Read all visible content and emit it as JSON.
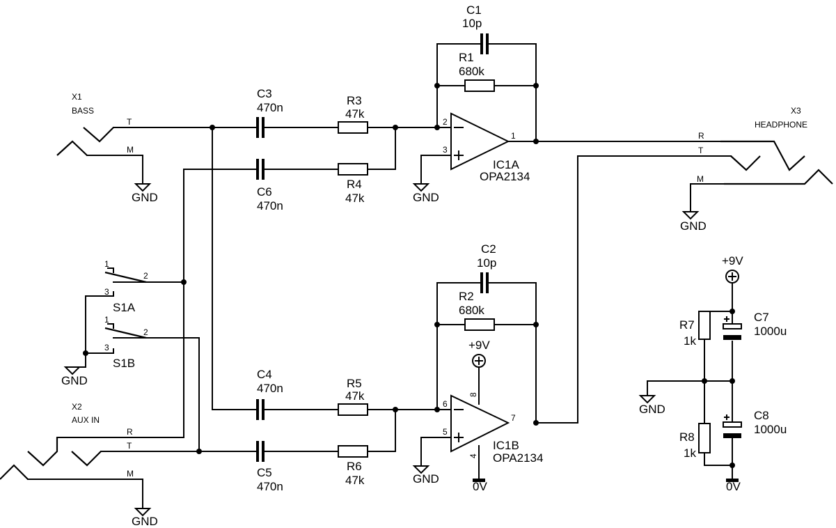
{
  "connectors": {
    "x1": {
      "name": "X1",
      "desc": "BASS",
      "pin_t": "T",
      "pin_m": "M"
    },
    "x2": {
      "name": "X2",
      "desc": "AUX IN",
      "pin_r": "R",
      "pin_t": "T",
      "pin_m": "M"
    },
    "x3": {
      "name": "X3",
      "desc": "HEADPHONE",
      "pin_r": "R",
      "pin_t": "T",
      "pin_m": "M"
    }
  },
  "capacitors": {
    "c1": {
      "name": "C1",
      "value": "10p"
    },
    "c2": {
      "name": "C2",
      "value": "10p"
    },
    "c3": {
      "name": "C3",
      "value": "470n"
    },
    "c4": {
      "name": "C4",
      "value": "470n"
    },
    "c5": {
      "name": "C5",
      "value": "470n"
    },
    "c6": {
      "name": "C6",
      "value": "470n"
    },
    "c7": {
      "name": "C7",
      "value": "1000u"
    },
    "c8": {
      "name": "C8",
      "value": "1000u"
    }
  },
  "resistors": {
    "r1": {
      "name": "R1",
      "value": "680k"
    },
    "r2": {
      "name": "R2",
      "value": "680k"
    },
    "r3": {
      "name": "R3",
      "value": "47k"
    },
    "r4": {
      "name": "R4",
      "value": "47k"
    },
    "r5": {
      "name": "R5",
      "value": "47k"
    },
    "r6": {
      "name": "R6",
      "value": "47k"
    },
    "r7": {
      "name": "R7",
      "value": "1k"
    },
    "r8": {
      "name": "R8",
      "value": "1k"
    }
  },
  "opamps": {
    "ic1a": {
      "name": "IC1A",
      "part": "OPA2134",
      "pin_inv": "2",
      "pin_noninv": "3",
      "pin_out": "1"
    },
    "ic1b": {
      "name": "IC1B",
      "part": "OPA2134",
      "pin_inv": "6",
      "pin_noninv": "5",
      "pin_out": "7",
      "pin_vplus": "8",
      "pin_vminus": "4"
    }
  },
  "switches": {
    "s1a": {
      "name": "S1A",
      "pin1": "1",
      "pin2": "2",
      "pin3": "3"
    },
    "s1b": {
      "name": "S1B",
      "pin1": "1",
      "pin2": "2",
      "pin3": "3"
    }
  },
  "nets": {
    "gnd": "GND",
    "supply": "+9V",
    "zero_v": "0V"
  },
  "symbols": {
    "supply": "circle-plus-icon",
    "ground": "ground-triangle-icon",
    "zero_v": "bar-ground-icon",
    "jack": "jack-zigzag-icon"
  }
}
